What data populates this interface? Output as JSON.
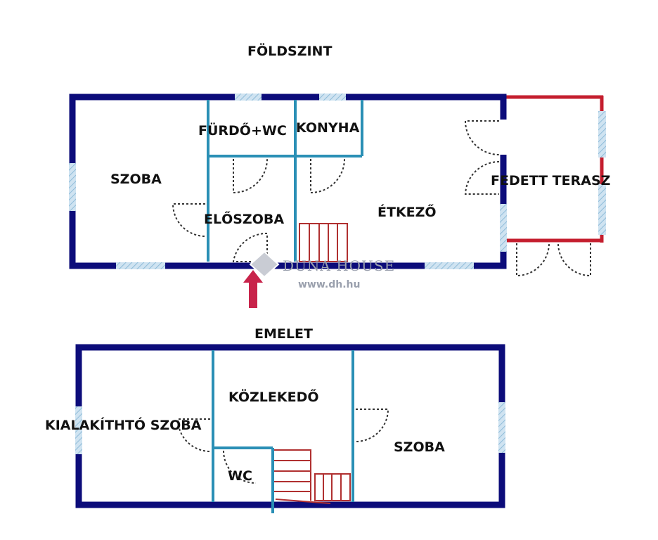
{
  "floors": {
    "ground": {
      "title": "FÖLDSZINT",
      "rooms": {
        "szoba": "SZOBA",
        "furdo_wc": "FÜRDŐ+WC",
        "konyha": "KONYHA",
        "eloszoba": "ELŐSZOBA",
        "etkezo": "ÉTKEZŐ",
        "fedett_terasz": "FEDETT TERASZ"
      }
    },
    "upper": {
      "title": "EMELET",
      "rooms": {
        "kialakithato_szoba": "KIALAKÍTHTÓ SZOBA",
        "kozlekedo": "KÖZLEKEDŐ",
        "wc": "WC",
        "szoba": "SZOBA"
      }
    }
  },
  "watermark": {
    "brand": "DUNA HOUSE",
    "url": "www.dh.hu"
  },
  "colors": {
    "outer_wall": "#0c0c7a",
    "inner_wall": "#2a8fb5",
    "terrace_wall": "#c41e2e",
    "window_fill": "#bcd9ec",
    "stair": "#b03030",
    "entrance_arrow": "#c8234a"
  }
}
